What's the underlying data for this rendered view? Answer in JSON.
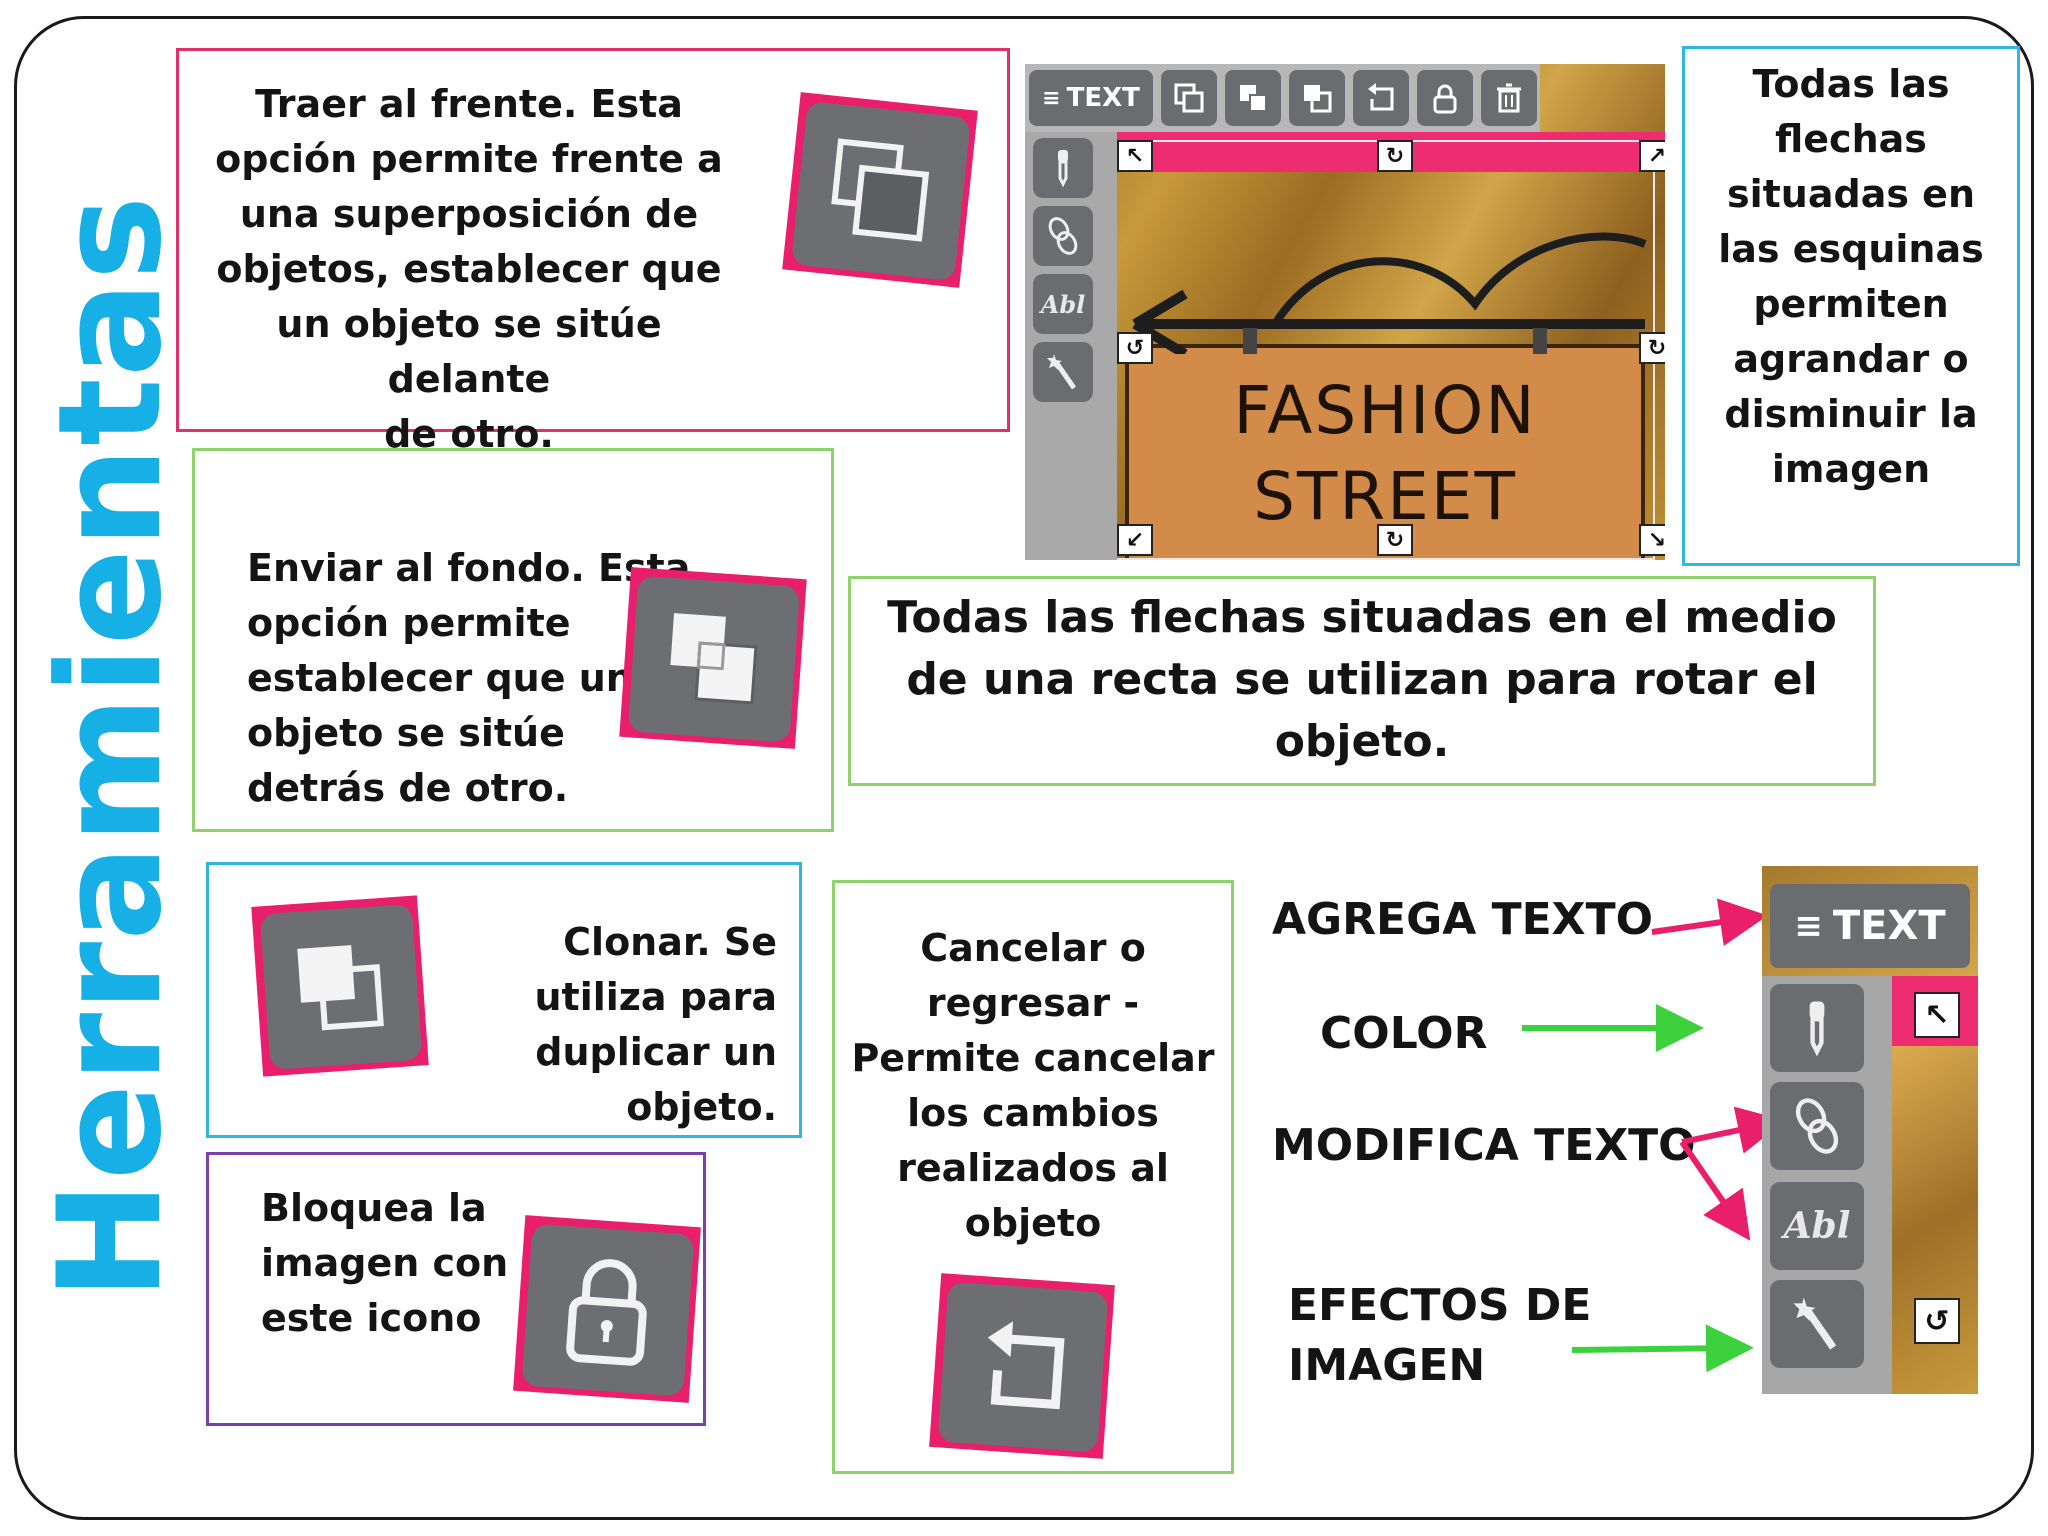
{
  "title": "Herramientas",
  "colors": {
    "title": "#17b0e6",
    "accent_pink": "#ea1f6b",
    "box_pink": "#e0306a",
    "box_green": "#8fd16a",
    "box_blue": "#2fb5e6",
    "box_purple": "#7a3fb0",
    "arrow_green": "#3dd23d",
    "icon_grey": "#6d6e72"
  },
  "boxes": {
    "front": {
      "lines": [
        "Traer al frente. Esta",
        "opción permite frente a",
        "una superposición de",
        "objetos, establecer que",
        "un objeto se sitúe delante",
        "de otro."
      ],
      "icon": "bring-to-front-icon"
    },
    "back": {
      "lines": [
        "Enviar al fondo. Esta",
        "opción permite",
        "establecer que un",
        "objeto se sitúe",
        "detrás de otro."
      ],
      "icon": "send-to-back-icon"
    },
    "clone": {
      "lines": [
        "Clonar. Se",
        "utiliza para",
        "duplicar un",
        "objeto."
      ],
      "icon": "clone-icon"
    },
    "lock": {
      "lines": [
        "Bloquea la",
        "imagen con",
        "este icono"
      ],
      "icon": "lock-icon"
    },
    "undo": {
      "lines": [
        "Cancelar o",
        "regresar -",
        "Permite cancelar",
        "los cambios",
        "realizados al",
        "objeto"
      ],
      "icon": "undo-icon"
    },
    "corners": {
      "lines": [
        "Todas las",
        "flechas",
        "situadas en",
        "las esquinas",
        "permiten",
        "agrandar o",
        "disminuir la",
        "imagen"
      ]
    },
    "rotate": {
      "lines": [
        "Todas las flechas situadas en el medio",
        "de una recta se utilizan para rotar el",
        "objeto."
      ]
    }
  },
  "screenshot": {
    "toolbar_text": "TEXT",
    "toolbar_icons": [
      "bring-to-front-icon",
      "send-to-back-icon",
      "clone-icon",
      "undo-icon",
      "lock-icon",
      "trash-icon"
    ],
    "sidebar_icons": [
      "eyedropper-icon",
      "link-icon",
      "abl-text-icon",
      "magic-wand-icon"
    ],
    "abl_label": "Abl",
    "sign_line1": "FASHION",
    "sign_line2": "STREET"
  },
  "legend": {
    "labels": [
      "AGREGA TEXTO",
      "COLOR",
      "MODIFICA TEXTO",
      "EFECTOS DE",
      "IMAGEN"
    ],
    "panel_text": "TEXT",
    "panel_abl": "Abl"
  }
}
